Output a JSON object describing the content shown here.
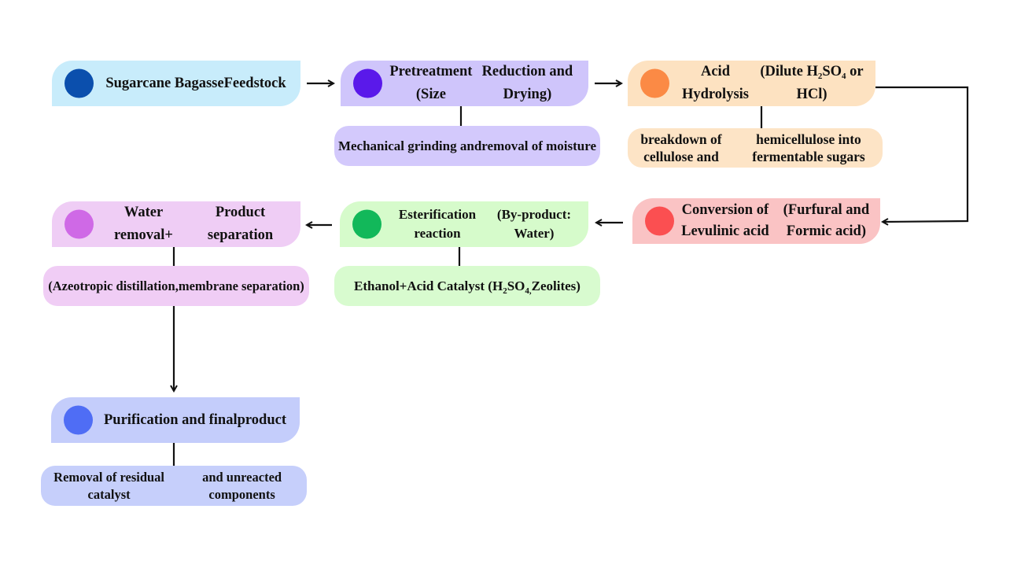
{
  "diagram": {
    "stages": [
      {
        "id": "feedstock",
        "title_lines": [
          "Sugarcane Bagasse",
          "Feedstock"
        ],
        "fill": "#c8ecfb",
        "dot_color": "#0b4fad",
        "detail": null
      },
      {
        "id": "pretreatment",
        "title_lines": [
          "Pretreatment (Size",
          "Reduction and Drying)"
        ],
        "fill": "#cfc5fb",
        "dot_color": "#5a19ea",
        "detail": {
          "lines": [
            "Mechanical grinding and",
            "removal of moisture"
          ],
          "fill": "#d3c9fc"
        }
      },
      {
        "id": "acid-hydrolysis",
        "title_lines": [
          "Acid Hydrolysis",
          "(Dilute H2SO4 or HCl)"
        ],
        "title_rich": [
          "Acid Hydrolysis",
          "(Dilute H<sub>2</sub>SO<sub>4</sub> or HCl)"
        ],
        "fill": "#fde2c1",
        "dot_color": "#fb8a45",
        "detail": {
          "lines": [
            "breakdown of cellulose and",
            "hemicellulose into fermentable sugars"
          ],
          "fill": "#fde4c6"
        }
      },
      {
        "id": "levulinic-conversion",
        "title_lines": [
          "Conversion of Levulinic acid",
          "(Furfural and Formic acid)"
        ],
        "fill": "#fac3c4",
        "dot_color": "#fb4f51",
        "detail": null
      },
      {
        "id": "esterification",
        "title_lines": [
          "Esterification reaction",
          "(By-product: Water)"
        ],
        "fill": "#d6fbcb",
        "dot_color": "#12b85a",
        "detail": {
          "lines": [
            "Ethanol+Acid Catalyst (H2SO4,",
            "Zeolites)"
          ],
          "rich": [
            "Ethanol+Acid Catalyst (H<sub>2</sub>SO<sub>4,</sub>",
            "Zeolites)"
          ],
          "fill": "#d8fbcf"
        }
      },
      {
        "id": "water-removal",
        "title_lines": [
          "Water removal+",
          "Product separation"
        ],
        "fill": "#efcdf5",
        "dot_color": "#cf69e6",
        "detail": {
          "lines": [
            "(Azeotropic distillation,",
            "membrane separation)"
          ],
          "fill": "#f0cdf5"
        }
      },
      {
        "id": "purification",
        "title_lines": [
          "Purification and final",
          "product"
        ],
        "fill": "#c4cdfb",
        "dot_color": "#4f6df5",
        "detail": {
          "lines": [
            "Removal of residual catalyst",
            "and unreacted components"
          ],
          "fill": "#c6cffb"
        }
      }
    ],
    "line_color": "#111111"
  }
}
